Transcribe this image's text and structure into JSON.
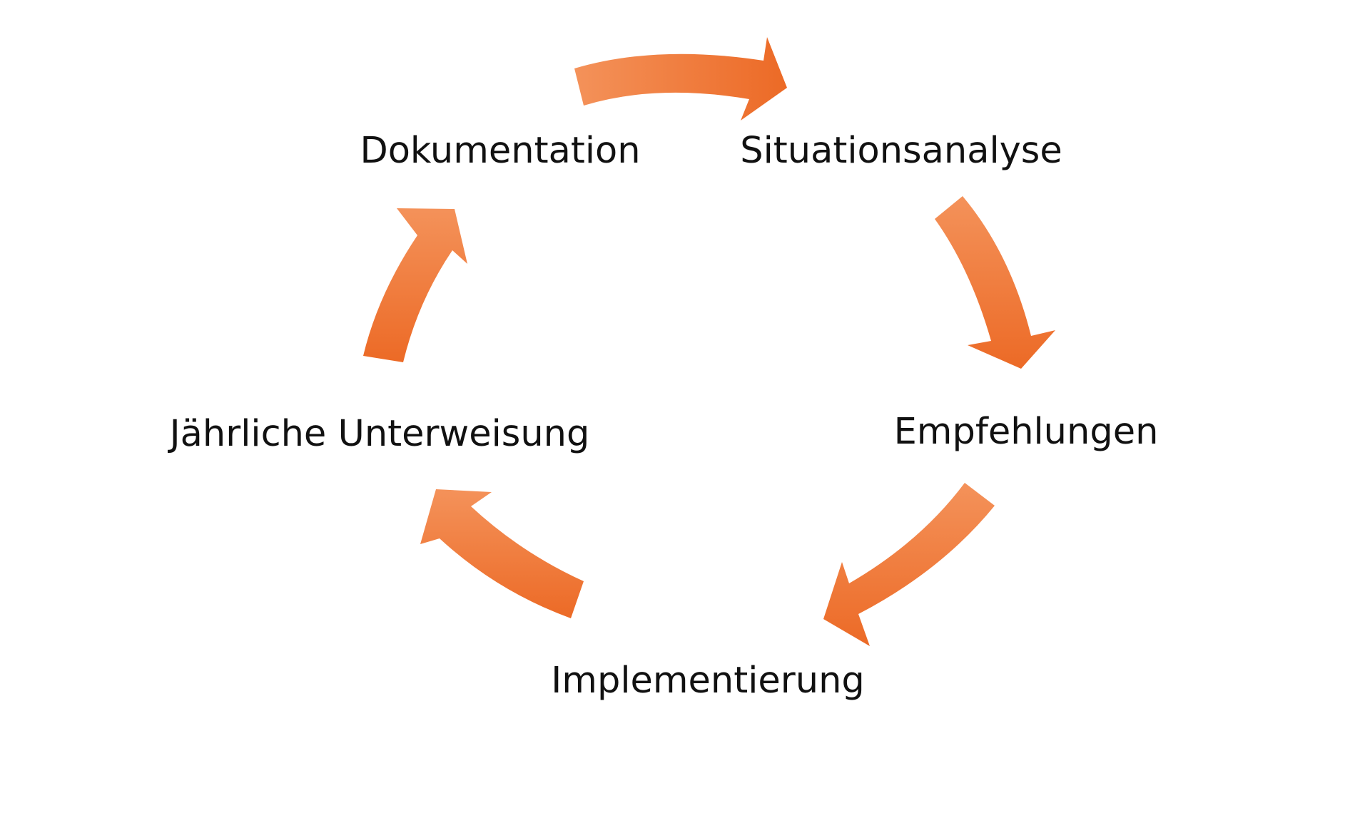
{
  "diagram": {
    "type": "cycle",
    "accent_color": "#ef6c2c",
    "accent_light": "#f4925a",
    "steps": [
      {
        "label": "Situationsanalyse"
      },
      {
        "label": "Empfehlungen"
      },
      {
        "label": "Implementierung"
      },
      {
        "label": "Jährliche Unterweisung"
      },
      {
        "label": "Dokumentation"
      }
    ],
    "arrows": [
      {
        "from": "Dokumentation",
        "to": "Situationsanalyse",
        "icon": "curved-arrow"
      },
      {
        "from": "Situationsanalyse",
        "to": "Empfehlungen",
        "icon": "curved-arrow"
      },
      {
        "from": "Empfehlungen",
        "to": "Implementierung",
        "icon": "curved-arrow"
      },
      {
        "from": "Implementierung",
        "to": "Jährliche Unterweisung",
        "icon": "curved-arrow"
      },
      {
        "from": "Jährliche Unterweisung",
        "to": "Dokumentation",
        "icon": "curved-arrow"
      }
    ]
  }
}
